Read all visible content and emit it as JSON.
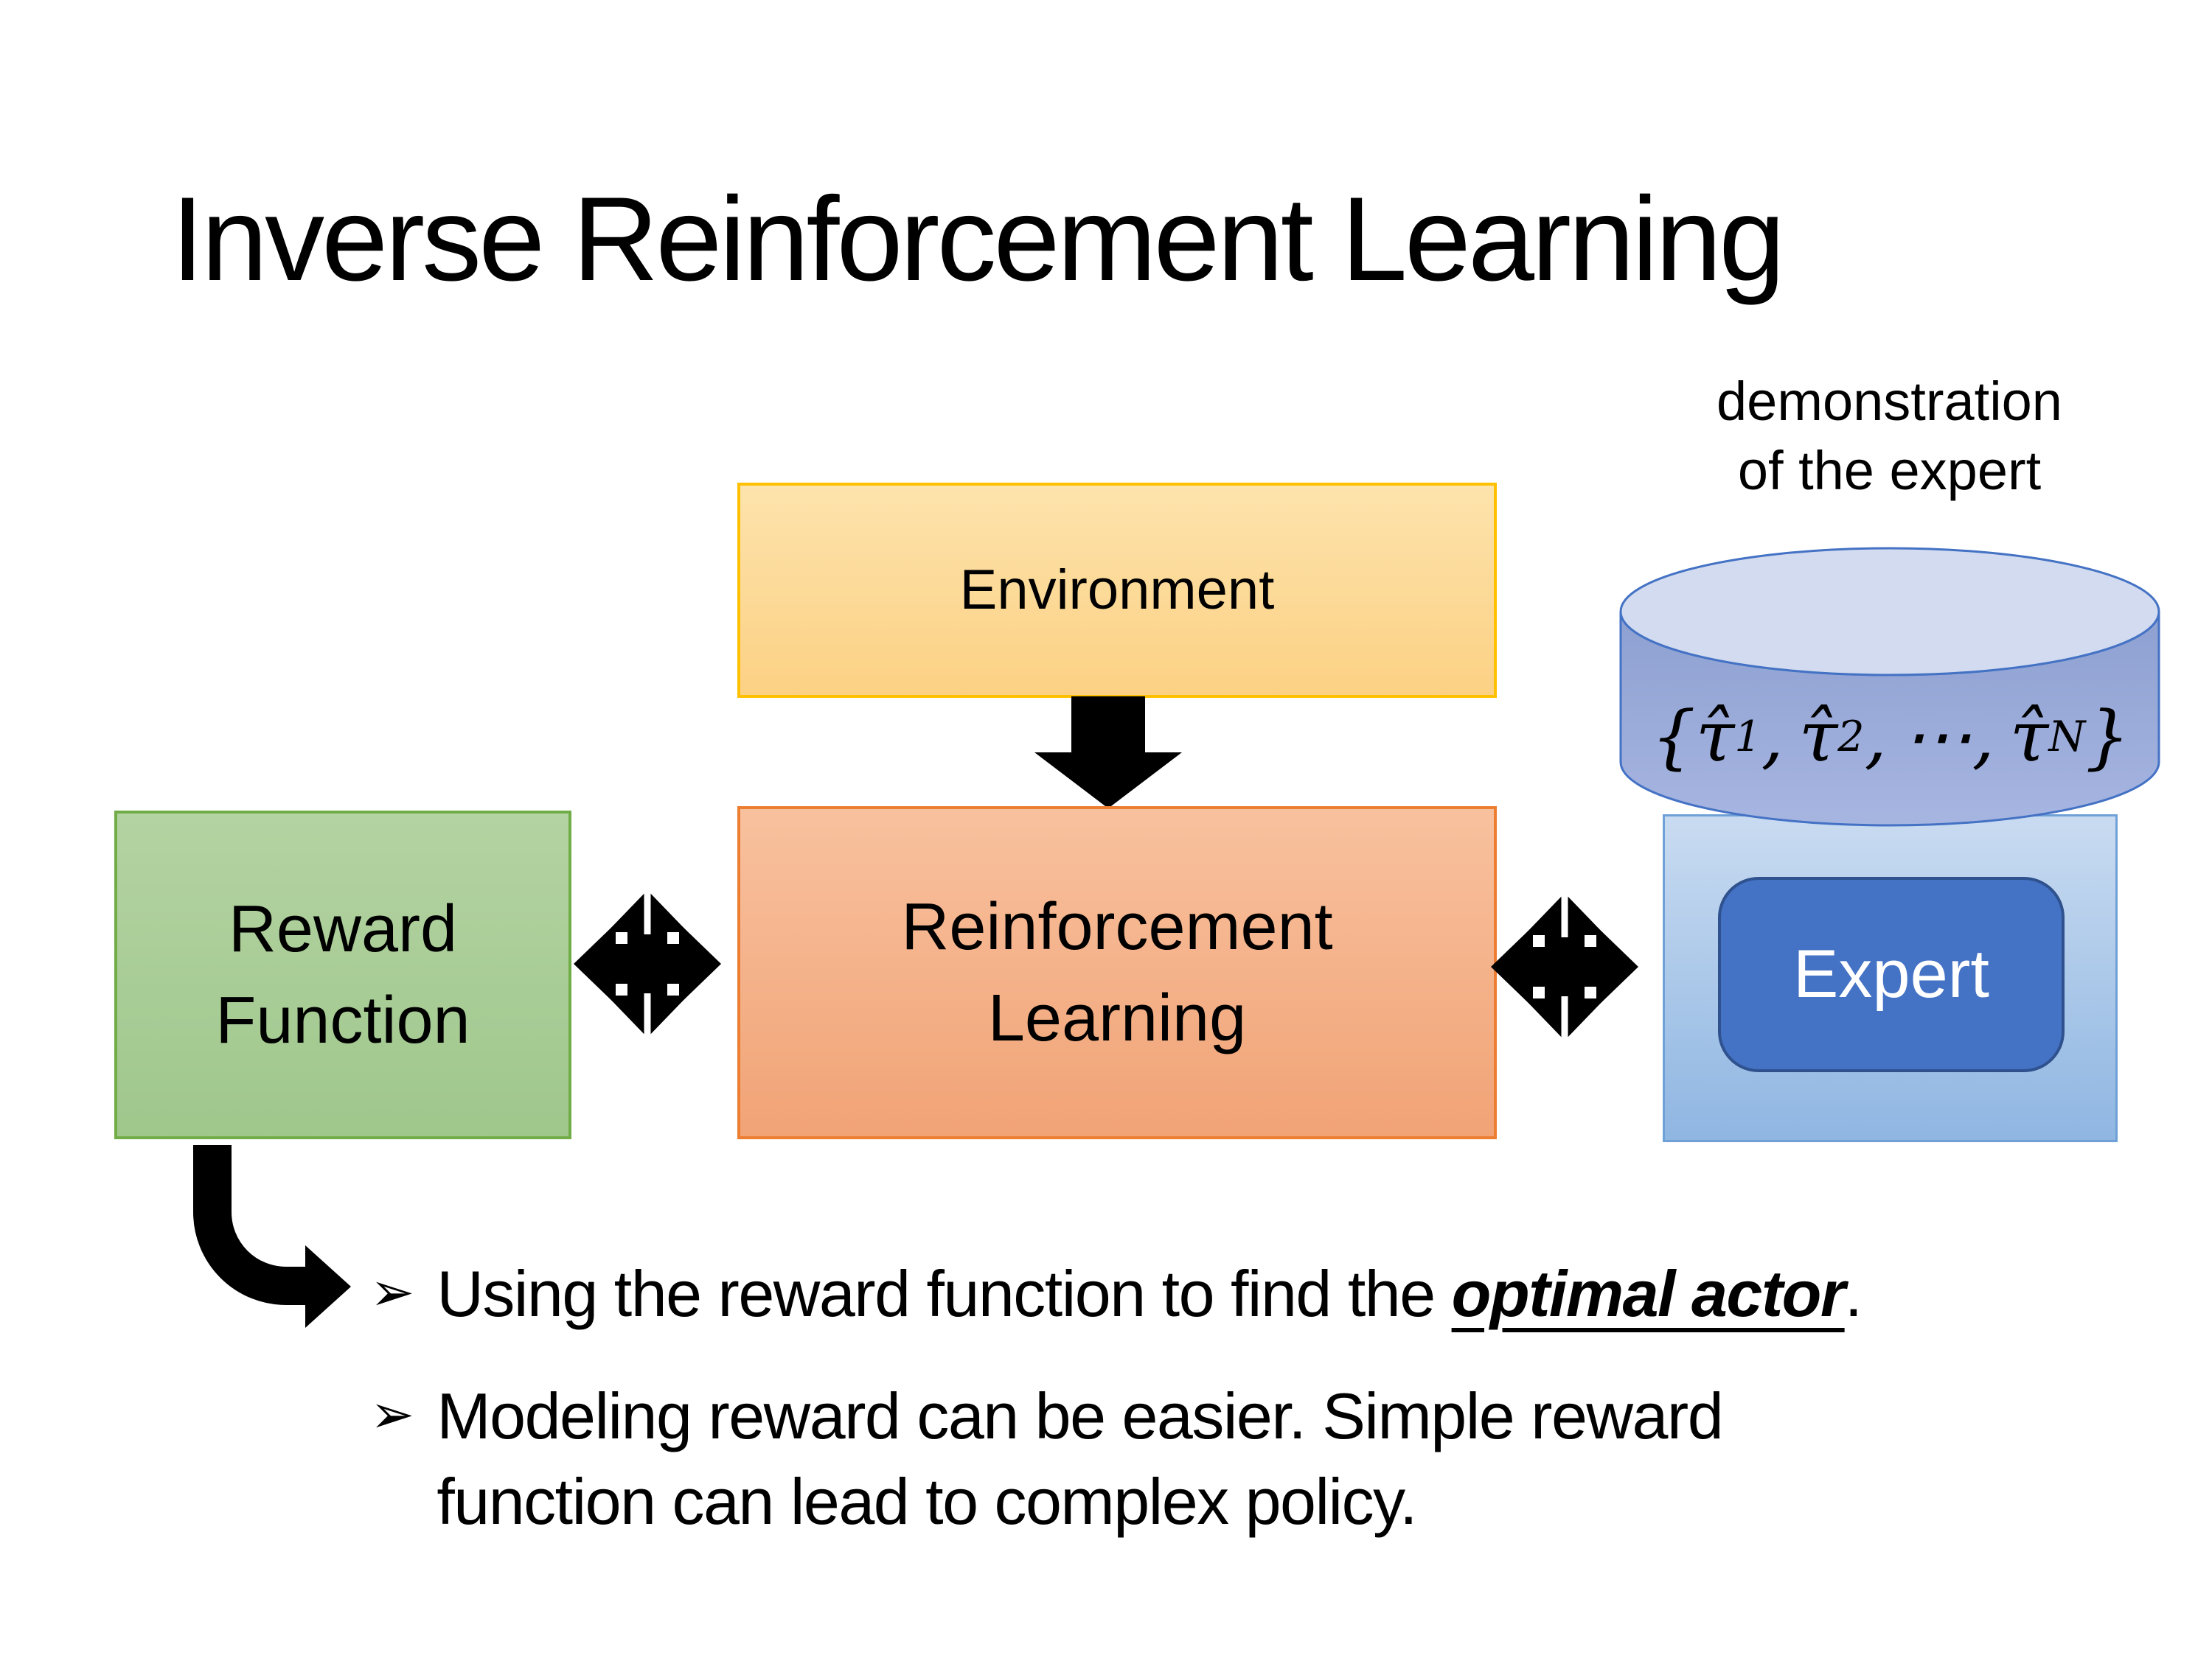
{
  "slide": {
    "title": "Inverse Reinforcement Learning"
  },
  "demo_label": {
    "line1": "demonstration",
    "line2": "of the expert"
  },
  "boxes": {
    "environment": {
      "label": "Environment"
    },
    "reward_function": {
      "line1": "Reward",
      "line2": "Function"
    },
    "reinforcement_learning": {
      "line1": "Reinforcement",
      "line2": "Learning"
    },
    "expert": {
      "label": "Expert"
    }
  },
  "cylinder": {
    "formula": {
      "open": "{",
      "tau": "τ̂",
      "sub1": "1",
      "sub2": "2",
      "subn": "N",
      "comma": ",",
      "dots": "⋯",
      "close": "}"
    }
  },
  "bullets": {
    "marker": "➢",
    "item1": {
      "prefix": "Using the reward function to find the ",
      "emphasis": "optimal actor",
      "suffix": "."
    },
    "item2": {
      "line1": "Modeling reward can be easier. Simple reward",
      "line2": "function can lead to complex policy."
    }
  },
  "colors": {
    "ink": "#000000",
    "env_fill_top": "#FDE3AC",
    "env_fill_bottom": "#FCD184",
    "env_border": "#FFC000",
    "reward_fill_top": "#B4D3A2",
    "reward_fill_bottom": "#9FC78C",
    "reward_border": "#70AD47",
    "rl_fill_top": "#F8C19E",
    "rl_fill_bottom": "#F1A376",
    "rl_border": "#ED7D31",
    "panel_fill_top": "#C9DBF1",
    "panel_fill_bottom": "#8FB6E2",
    "panel_border": "#6FA0D6",
    "expert_fill": "#4472C4",
    "expert_border": "#2F528F",
    "cyl_body_top": "#8DA0D1",
    "cyl_body_bottom": "#A7B5E1",
    "cyl_top_fill": "#D2DBEF",
    "cyl_border": "#4472C4"
  }
}
